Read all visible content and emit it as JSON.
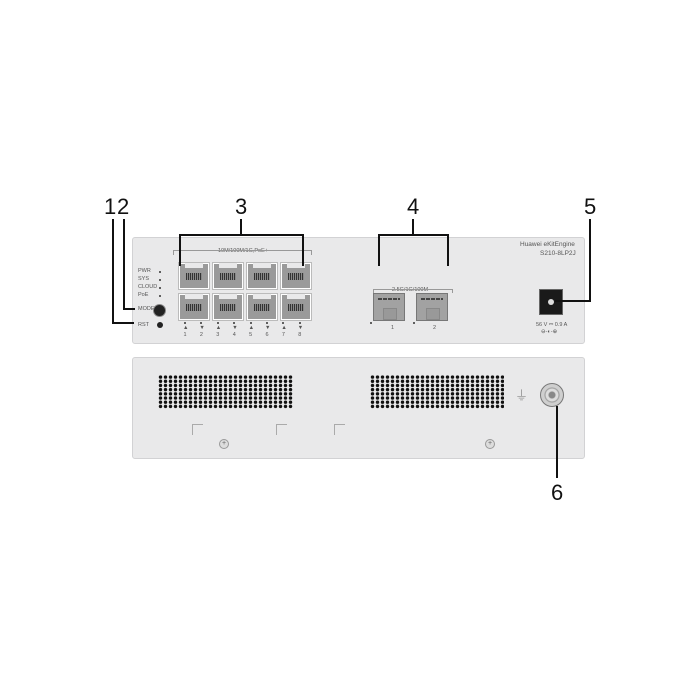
{
  "callouts": [
    "1",
    "2",
    "3",
    "4",
    "5",
    "6"
  ],
  "front": {
    "brand": "Huawei eKitEngine",
    "model": "S210-8LP2J",
    "rj45_label": "10M/100M/1G,PoE+",
    "sfp_label": "2.5G/1G/100M",
    "leds": [
      "PWR",
      "SYS",
      "CLOUD",
      "PoE"
    ],
    "mode": "MODE",
    "rst": "RST",
    "port_numbers": [
      "1",
      "2",
      "3",
      "4",
      "5",
      "6",
      "7",
      "8"
    ],
    "sfp_numbers": [
      "1",
      "2"
    ],
    "power_rating": "56 V ⎓ 0.9 A",
    "polarity": "⊖-◐-⊕"
  }
}
